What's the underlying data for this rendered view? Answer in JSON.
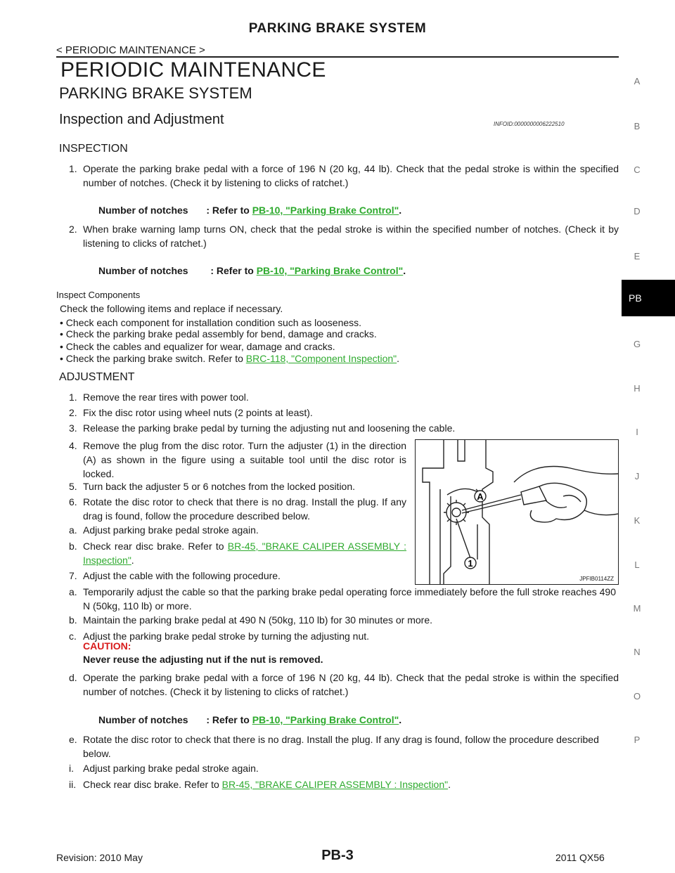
{
  "header": {
    "title": "PARKING BRAKE SYSTEM",
    "breadcrumb": "< PERIODIC MAINTENANCE >"
  },
  "section": {
    "title": "PERIODIC MAINTENANCE",
    "subtitle": "PARKING BRAKE SYSTEM",
    "topic": "Inspection and Adjustment",
    "infoid": "INFOID:0000000006222510"
  },
  "inspection": {
    "heading": "INSPECTION",
    "step1_num": "1.",
    "step1": "Operate the parking brake pedal with a force of 196 N (20 kg, 44 lb). Check that the pedal stroke is within the specified number of notches. (Check it by listening to clicks of ratchet.)",
    "spec1_label": "Number of notches",
    "spec1_sep": ": Refer to",
    "spec1_link": "PB-10, \"Parking Brake Control\"",
    "spec1_end": ".",
    "step2_num": "2.",
    "step2": "When brake warning lamp turns ON, check that the pedal stroke is within the specified number of notches. (Check it by listening to clicks of ratchet.)",
    "spec2_label": "Number of notches",
    "spec2_sep": ": Refer to",
    "spec2_link": "PB-10, \"Parking Brake Control\"",
    "spec2_end": ".",
    "components_heading": "Inspect Components",
    "components_intro": "Check the following items and replace if necessary.",
    "comp1": "• Check each component for installation condition such as looseness.",
    "comp2": "• Check the parking brake pedal assembly for bend, damage and cracks.",
    "comp3": "• Check the cables and equalizer for wear, damage and cracks.",
    "comp4_pre": "• Check the parking brake switch. Refer to ",
    "comp4_link": "BRC-118, \"Component Inspection\"",
    "comp4_end": "."
  },
  "adjustment": {
    "heading": "ADJUSTMENT",
    "s1_num": "1.",
    "s1": "Remove the rear tires with power tool.",
    "s2_num": "2.",
    "s2": "Fix the disc rotor using wheel nuts (2 points at least).",
    "s3_num": "3.",
    "s3": "Release the parking brake pedal by turning the adjusting nut and loosening the cable.",
    "s4_num": "4.",
    "s4": "Remove the plug from the disc rotor. Turn the adjuster (1) in the direction (A) as shown in the figure using a suitable tool until the disc rotor is locked.",
    "s5_num": "5.",
    "s5": "Turn back the adjuster 5 or 6 notches from the locked position.",
    "s6_num": "6.",
    "s6": "Rotate the disc rotor to check that there is no drag. Install the plug. If any drag is found, follow the procedure described below.",
    "s6a_num": "a.",
    "s6a": "Adjust parking brake pedal stroke again.",
    "s6b_num": "b.",
    "s6b_pre": "Check rear disc brake. Refer to ",
    "s6b_link": "BR-45, \"BRAKE CALIPER ASSEMBLY : Inspection\"",
    "s6b_end": ".",
    "s7_num": "7.",
    "s7": "Adjust the cable with the following procedure.",
    "s7a_num": "a.",
    "s7a": "Temporarily adjust the cable so that the parking brake pedal operating force immediately before the full stroke reaches 490 N (50kg, 110 lb) or more.",
    "s7b_num": "b.",
    "s7b": "Maintain the parking brake pedal at 490 N (50kg, 110 lb) for 30 minutes or more.",
    "s7c_num": "c.",
    "s7c": "Adjust the parking brake pedal stroke by turning the adjusting nut.",
    "caution_label": "CAUTION:",
    "caution_text": "Never reuse the adjusting nut if the nut is removed.",
    "s7d_num": "d.",
    "s7d": "Operate the parking brake pedal with a force of 196 N (20 kg, 44 lb). Check that the pedal stroke is within the specified number of notches. (Check it by listening to clicks of ratchet.)",
    "spec3_label": "Number of notches",
    "spec3_sep": ": Refer to",
    "spec3_link": "PB-10, \"Parking Brake Control\"",
    "spec3_end": ".",
    "s7e_num": "e.",
    "s7e": "Rotate the disc rotor to check that there is no drag. Install the plug. If any drag is found, follow the procedure described below.",
    "s7ei_num": "i.",
    "s7ei": "Adjust parking brake pedal stroke again.",
    "s7eii_num": "ii.",
    "s7eii_pre": "Check rear disc brake. Refer to ",
    "s7eii_link": "BR-45, \"BRAKE CALIPER ASSEMBLY : Inspection\"",
    "s7eii_end": "."
  },
  "figure": {
    "callout_a": "A",
    "callout_1": "1",
    "image_id": "JPFIB0114ZZ"
  },
  "side_index": [
    "A",
    "B",
    "C",
    "D",
    "E",
    "PB",
    "G",
    "H",
    "I",
    "J",
    "K",
    "L",
    "M",
    "N",
    "O",
    "P"
  ],
  "footer": {
    "revision": "Revision: 2010 May",
    "page": "PB-3",
    "model": "2011 QX56"
  },
  "colors": {
    "link": "#2eaa2e",
    "caution": "#d81b1b",
    "tab": "#000000"
  }
}
